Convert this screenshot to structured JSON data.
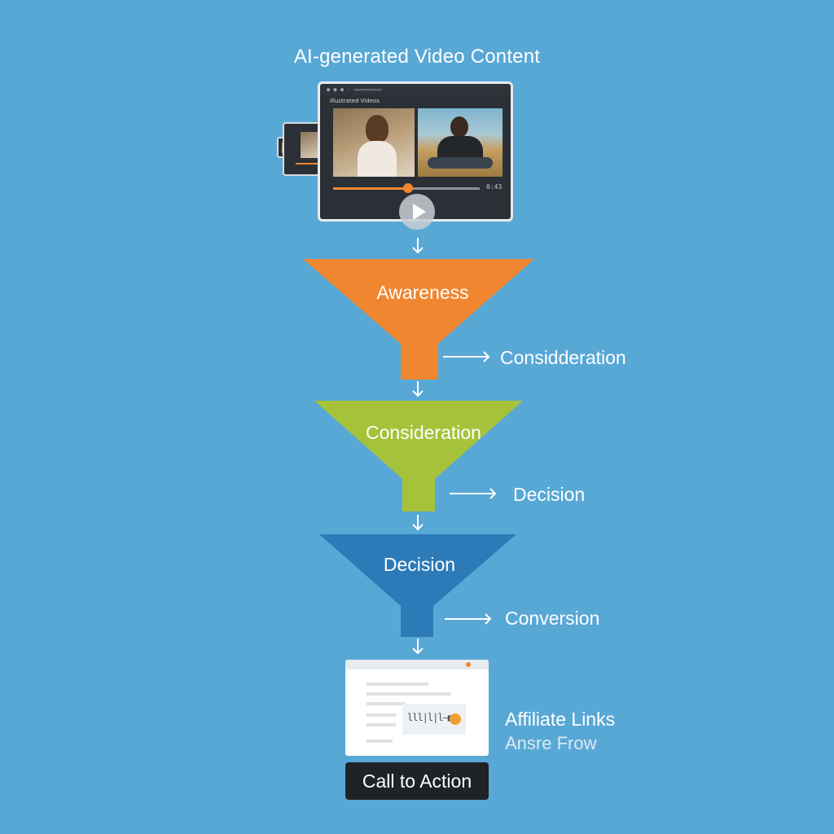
{
  "header": {
    "title": "AI-generated Video Content"
  },
  "video_player": {
    "toolbar_text": "●  ●  ●  ·  ▭▭▭▭▭▭▭▭",
    "subtitle": "Illustrated Videos",
    "time": "0:43",
    "progress": 0.51,
    "accent_color": "#f0862f"
  },
  "funnel": {
    "stages": [
      {
        "label": "Awareness",
        "color": "#f0862f",
        "next_label": "Considderation"
      },
      {
        "label": "Consideration",
        "color": "#a6c23a",
        "next_label": "Decision"
      },
      {
        "label": "Decision",
        "color": "#2d7ab8",
        "next_label": "Conversion"
      }
    ]
  },
  "landing": {
    "media_text": "lll|l|l—■■",
    "affiliate_title": "Affiliate Links",
    "affiliate_subtitle": "Ansre Frow",
    "cta_label": "Call to Action"
  },
  "colors": {
    "background": "#58a8d6",
    "cta_background": "#1f2326"
  }
}
